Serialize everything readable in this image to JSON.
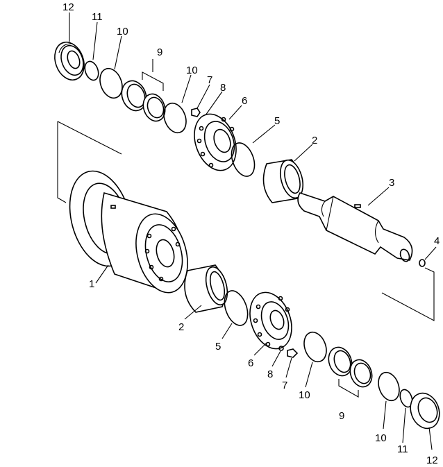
{
  "callouts": {
    "top_12": "12",
    "top_11": "11",
    "top_10a": "10",
    "top_9": "9",
    "top_10b": "10",
    "top_7": "7",
    "top_8": "8",
    "top_6": "6",
    "top_5": "5",
    "top_2": "2",
    "shaft_3": "3",
    "bolt_4": "4",
    "roller_1": "1",
    "bottom_2": "2",
    "bottom_5": "5",
    "bottom_6": "6",
    "bottom_8": "8",
    "bottom_7": "7",
    "bottom_10a": "10",
    "bottom_9": "9",
    "bottom_10b": "10",
    "bottom_11": "11",
    "bottom_12": "12"
  }
}
